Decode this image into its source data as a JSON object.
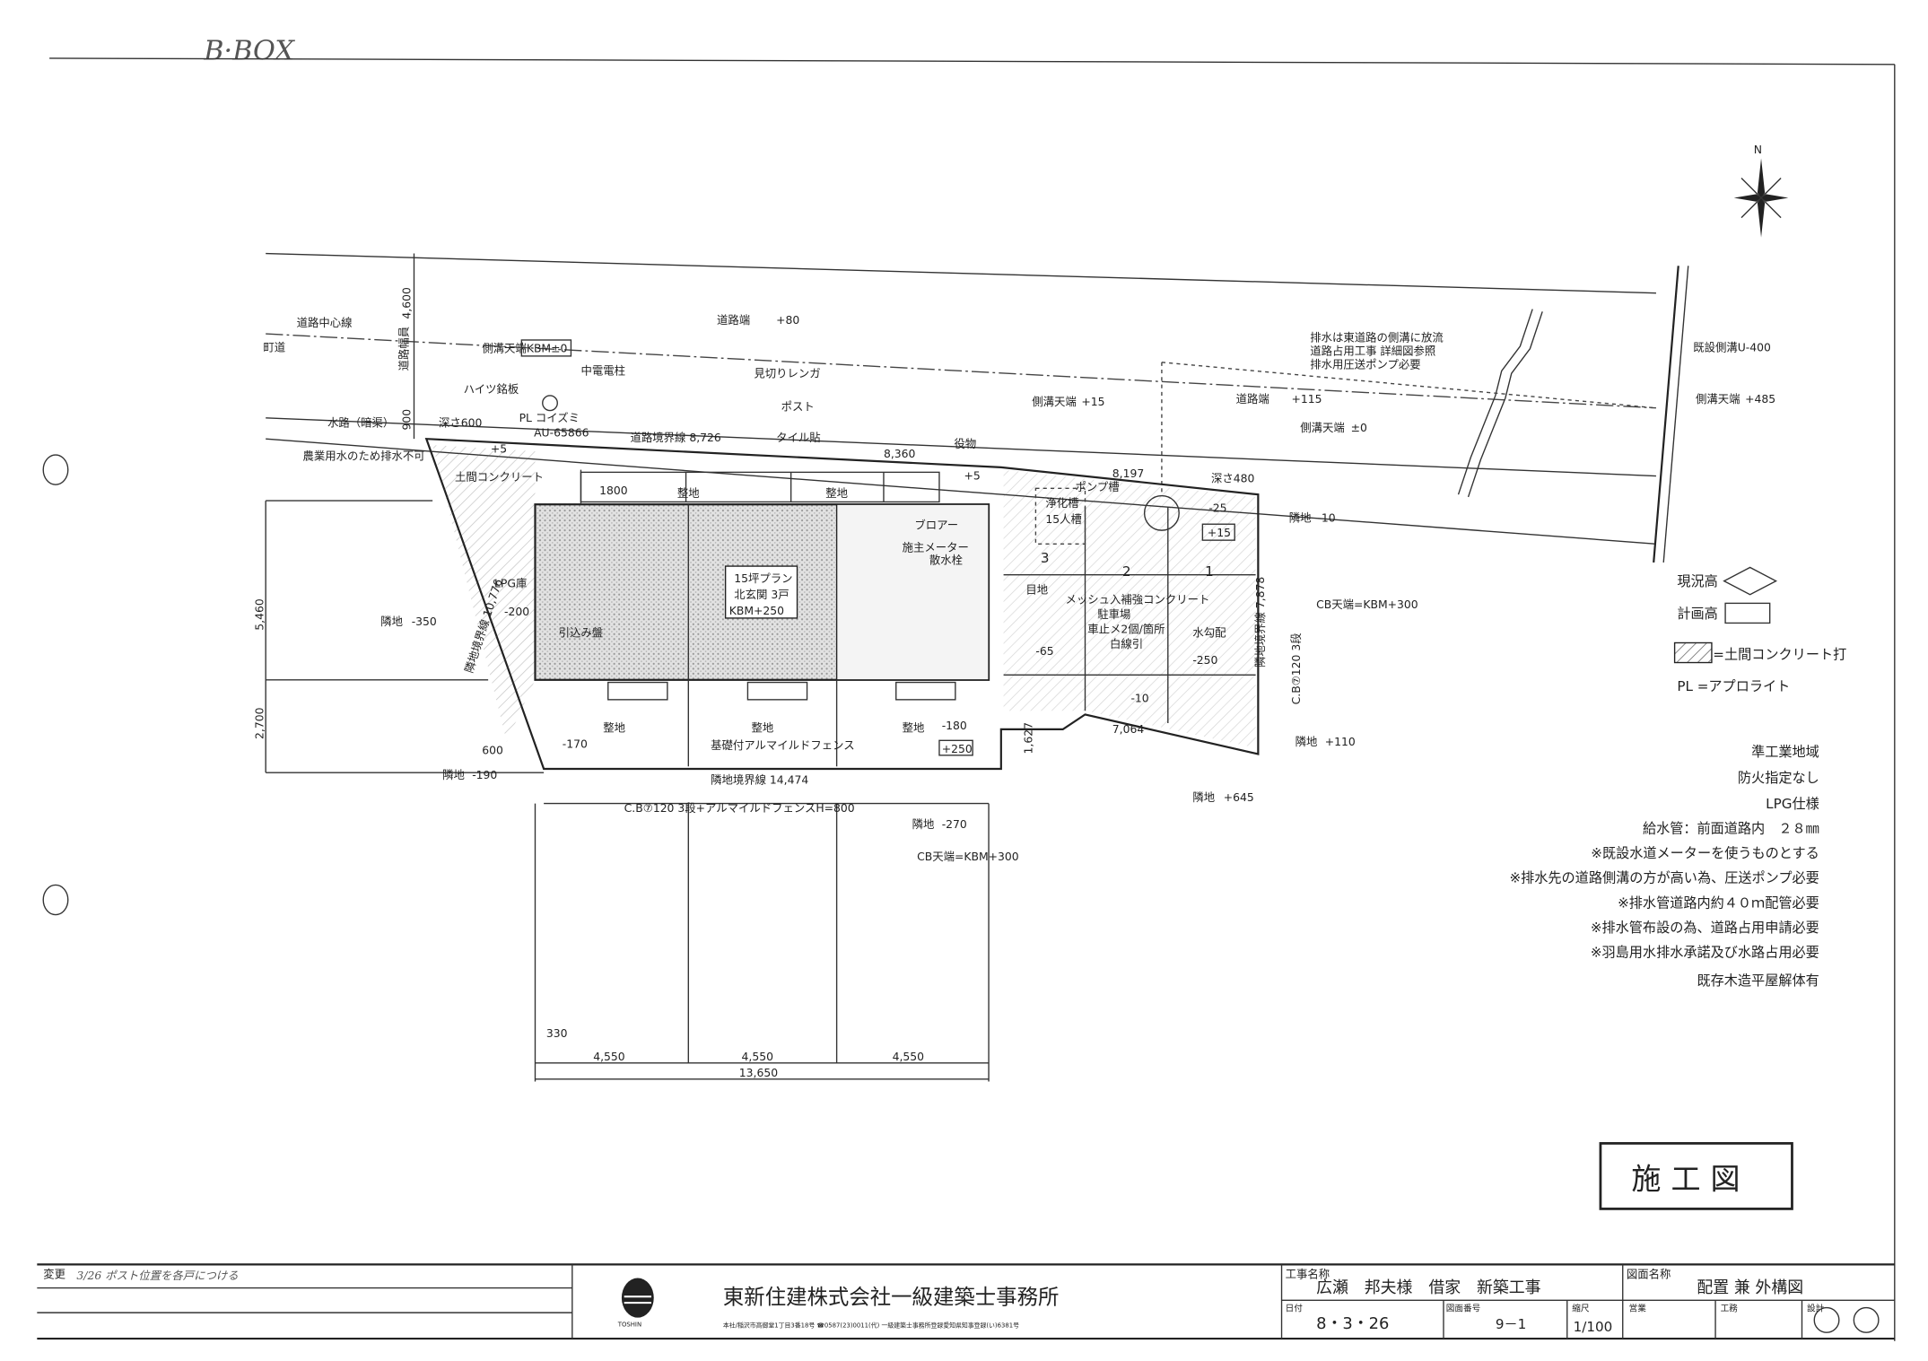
{
  "header": {
    "handwritten_title": "B·BOX"
  },
  "plan": {
    "road_center": "道路中心線",
    "town_road": "町道",
    "road_width_label": "道路幅員",
    "road_width": "4,600",
    "channel": "水路（暗渠）",
    "channel_width": "900",
    "ditch_top_left": "側溝天端",
    "ditch_top_left_value": "KBM±0",
    "pipe_depth": "深さ600",
    "no_drain": "農業用水のため排水不可",
    "heights_plate": "ハイツ銘板",
    "pole": "中電電柱",
    "pl_label": "PL コイズミ",
    "pl_model": "AU-65866",
    "boundary_road": "道路境界線 8,726",
    "brick": "見切りレンガ",
    "post": "ポスト",
    "tile": "タイル貼",
    "earth_concrete": "土間コンクリート",
    "road_edge": "道路端",
    "road_edge_value": "+80",
    "dim_8360": "8,360",
    "ditch_top_mid": "側溝天端",
    "ditch_top_mid_value": "+15",
    "yakubutsu": "役物",
    "plus5a": "+5",
    "plus5b": "+5",
    "dim_1800": "1800",
    "lawn": "整地",
    "blower": "ブロアー",
    "meter": "施主メーター",
    "faucet": "散水栓",
    "plan_box_1": "15坪プラン",
    "plan_box_2": "北玄関 3戸",
    "plan_box_3": "KBM+250",
    "lpg": "LPG庫",
    "m200": "-200",
    "hikikomi": "引込み盤",
    "neighbor_350": "隣地",
    "neighbor_350_value": "-350",
    "boundary_left": "隣地境界線 10,776",
    "dim_5460": "5,460",
    "dim_2700": "2,700",
    "dim_600": "600",
    "neighbor_190": "隣地",
    "neighbor_190_value": "-190",
    "m170": "-170",
    "fence": "基礎付アルマイルドフェンス",
    "m180": "-180",
    "p250": "+250",
    "boundary_bottom": "隣地境界線 14,474",
    "cb_bottom": "C.B⑦120 3段+アルマイルドフェンスH=800",
    "neighbor_270": "隣地",
    "neighbor_270_value": "-270",
    "cb_top_bottom": "CB天端=KBM+300",
    "dim_330": "330",
    "dim_4550_1": "4,550",
    "dim_4550_2": "4,550",
    "dim_4550_3": "4,550",
    "dim_13650": "13,650",
    "septic": "浄化槽",
    "septic_size": "15人槽",
    "pump": "ポンプ槽",
    "dim_8197": "8,197",
    "depth_480": "深さ480",
    "ditch_top_r": "側溝天端",
    "ditch_top_r_value": "±0",
    "road_edge_r": "道路端",
    "road_edge_r_value": "+115",
    "drain_note_1": "排水は東道路の側溝に放流",
    "drain_note_2": "道路占用工事 詳細図参照",
    "drain_note_3": "排水用圧送ポンプ必要",
    "m25": "-25",
    "p15": "+15",
    "neighbor_10": "隣地",
    "neighbor_10_value": "-10",
    "slot3": "3",
    "slot2": "2",
    "slot1": "1",
    "joint": "目地",
    "mesh": "メッシュ入補強コンクリート",
    "parking": "駐車場",
    "stopper": "車止メ2個/箇所",
    "white_line": "白線引",
    "slope": "水勾配",
    "cb_top_right": "CB天端=KBM+300",
    "boundary_right": "隣地境界線 7,878",
    "cb_right": "C.B⑦120 3段",
    "m65": "-65",
    "m10": "-10",
    "m250": "-250",
    "dim_7064": "7,064",
    "dim_1627": "1,627",
    "neighbor_110": "隣地",
    "neighbor_110_value": "+110",
    "neighbor_645": "隣地",
    "neighbor_645_value": "+645",
    "existing_ditch": "既設側溝U-400",
    "ditch_top_far": "側溝天端",
    "ditch_top_far_value": "+485"
  },
  "legend": {
    "current_height": "現況高",
    "planned_height": "計画高",
    "concrete": "=土間コンクリート打",
    "pl": "PL =アプロライト"
  },
  "notes": [
    "準工業地域",
    "防火指定なし",
    "LPG仕様",
    "給水管：前面道路内　２８㎜",
    "※既設水道メーターを使うものとする",
    "※排水先の道路側溝の方が高い為、圧送ポンプ必要",
    "※排水管道路内約４０ｍ配管必要",
    "※排水管布設の為、道路占用申請必要",
    "※羽島用水排水承諾及び水路占用必要",
    "既存木造平屋解体有"
  ],
  "stamp": "施工図",
  "title_block": {
    "revision_label": "変更",
    "revision_note": "3/26 ポスト位置を各戸につける",
    "company": "東新住建株式会社一級建築士事務所",
    "logo_text": "TOSHIN",
    "address": "本社/稲沢市高御堂1丁目3番18号 ☎0587(23)0011(代)  一級建築士事務所登録愛知県知事登録(い)6381号",
    "project_label": "工事名称",
    "project": "広瀬　邦夫様　借家　新築工事",
    "drawing_label": "図面名称",
    "drawing": "配置 兼 外構図",
    "date_label": "日付",
    "date": "8・3・26",
    "number_label": "図面番号",
    "number": "9－1",
    "scale_label": "縮尺",
    "scale": "1/100",
    "design_label": "営業",
    "construction_label": "工務",
    "checker_label": "設計"
  }
}
